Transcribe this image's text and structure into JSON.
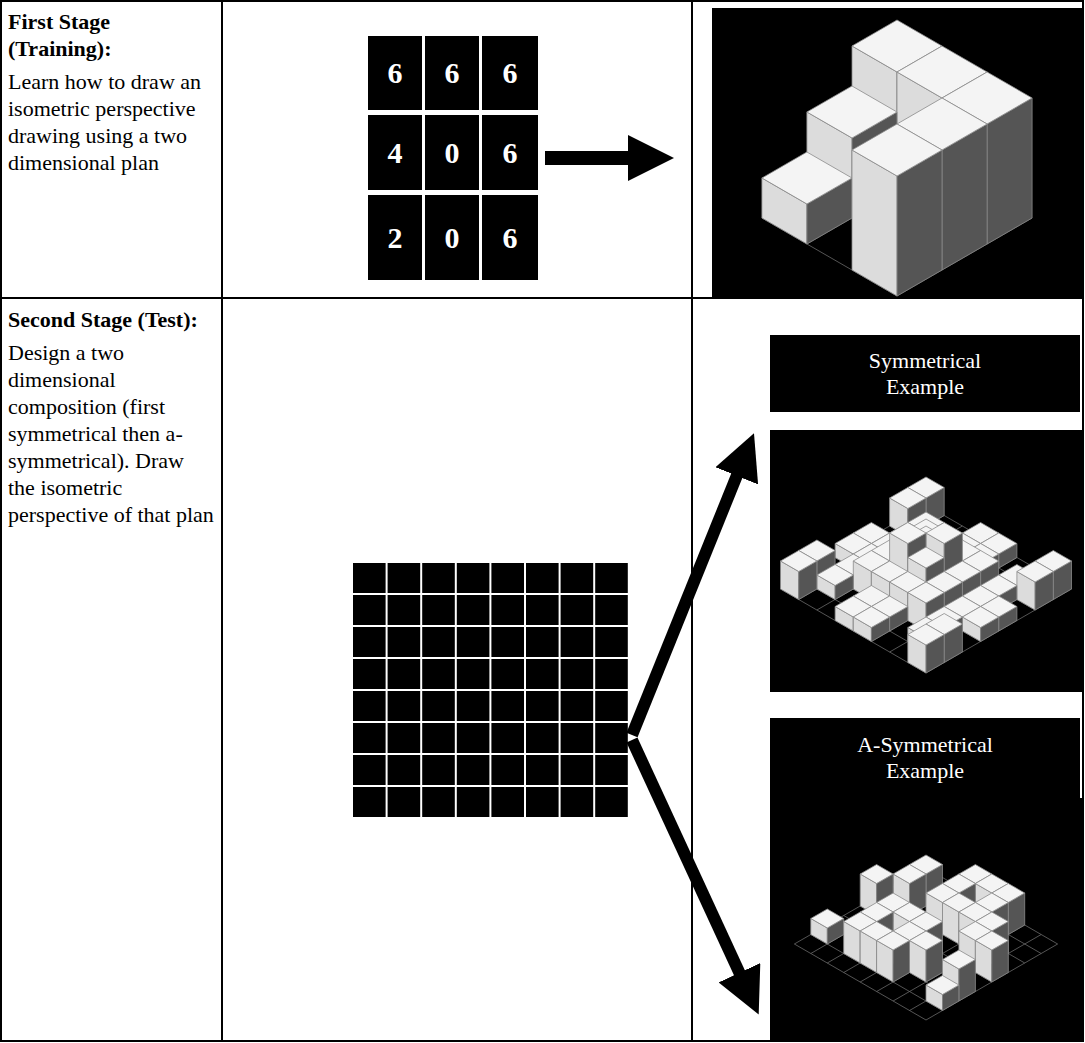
{
  "diagram": {
    "nodes": [
      {
        "text": [
          "First Stage (Training):",
          "Learn how to draw an isometric perspective drawing using a two dimensional plan"
        ]
      },
      {
        "text": [
          "6"
        ]
      },
      {
        "text": [
          "6"
        ]
      },
      {
        "text": [
          "6"
        ]
      },
      {
        "text": [
          "4"
        ]
      },
      {
        "text": [
          "0"
        ]
      },
      {
        "text": [
          "6"
        ]
      },
      {
        "text": [
          "2"
        ]
      },
      {
        "text": [
          "0"
        ]
      },
      {
        "text": [
          "6"
        ]
      },
      {
        "text": [
          "Second Stage (Test):",
          "Design a two dimensional composition (first symmetrical then a-symmetrical). Draw the isometric perspective of that plan"
        ]
      },
      {
        "text": [
          "Symmetrical Example"
        ]
      },
      {
        "text": [
          "A-Symmetrical Example"
        ]
      }
    ]
  }
}
